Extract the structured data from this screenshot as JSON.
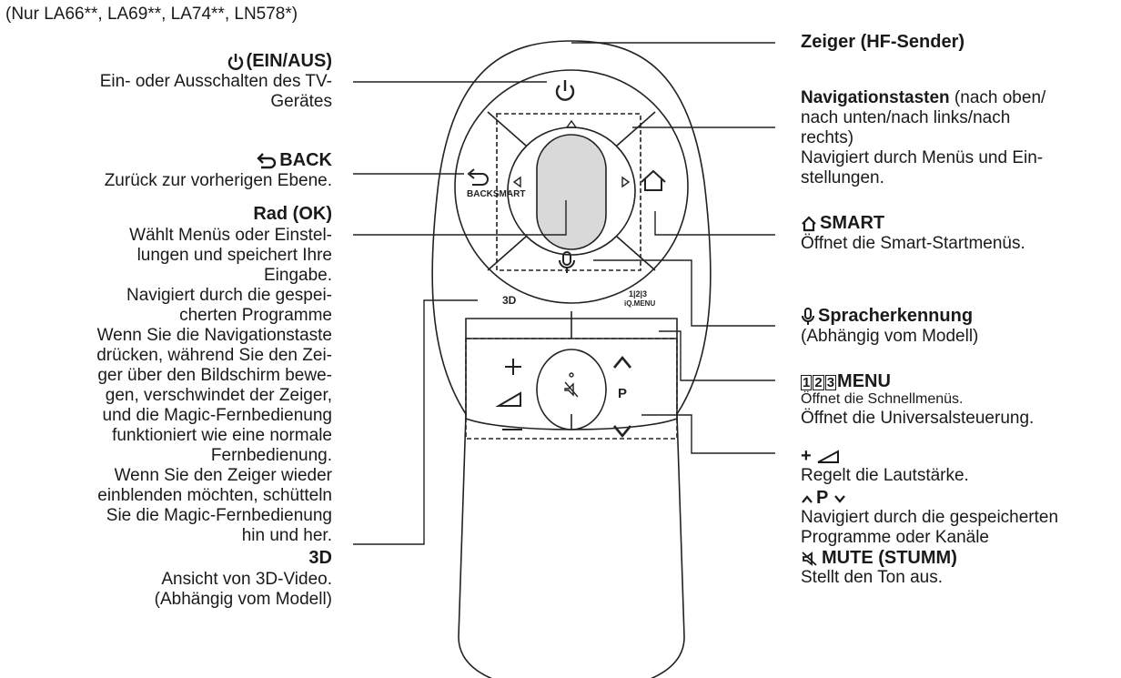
{
  "header": {
    "models": "(Nur LA66**, LA69**, LA74**, LN578*)"
  },
  "left": {
    "power": {
      "title": "(EIN/AUS)",
      "desc1": "Ein- oder Ausschalten des TV-",
      "desc2": "Gerätes"
    },
    "back": {
      "title": "BACK",
      "desc": "Zurück zur vorherigen Ebene."
    },
    "wheel": {
      "title": "Rad (OK)",
      "lines": [
        "Wählt Menüs oder Einstel-",
        "lungen und speichert Ihre",
        "Eingabe.",
        "Navigiert durch die gespei-",
        "cherten Programme",
        "Wenn Sie die Navigationstaste",
        "drücken, während Sie den Zei-",
        "ger über den Bildschirm bewe-",
        "gen, verschwindet der Zeiger,",
        "und die Magic-Fernbedienung",
        "funktioniert wie eine normale",
        "Fernbedienung.",
        "Wenn Sie den Zeiger wieder",
        "einblenden möchten, schütteln",
        "Sie die Magic-Fernbedienung",
        "hin und her."
      ]
    },
    "three_d": {
      "title": "3D",
      "desc1": "Ansicht von 3D-Video.",
      "desc2": "(Abhängig vom Modell)"
    }
  },
  "right": {
    "pointer": {
      "title": "Zeiger (HF-Sender)"
    },
    "nav": {
      "title": "Navigationstasten",
      "title_rest": " (nach oben/",
      "lines": [
        "nach unten/nach links/nach",
        "rechts)",
        "Navigiert durch Menüs und Ein-",
        "stellungen."
      ]
    },
    "smart": {
      "title": "SMART",
      "desc": "Öffnet die Smart-Startmenüs."
    },
    "voice": {
      "title": "Spracherkennung",
      "desc": "(Abhängig vom Modell)"
    },
    "qmenu": {
      "nums": [
        "1",
        "2",
        "3"
      ],
      "title": "MENU",
      "desc1": "Öffnet die Schnellmenüs.",
      "desc2": "Öffnet die Universalsteuerung."
    },
    "volume": {
      "title": "+",
      "desc": "Regelt die Lautstärke."
    },
    "program": {
      "title": "P",
      "desc1": "Navigiert durch die gespeicherten",
      "desc2": "Programme oder Kanäle"
    },
    "mute": {
      "title": "MUTE (STUMM)",
      "desc": "Stellt den Ton aus."
    }
  },
  "remote_labels": {
    "back_smart": "BACKSMART",
    "three_d": "3D",
    "qmenu_nums": "1|2|3",
    "qmenu_text": "iQ.MENU",
    "p": "P"
  }
}
